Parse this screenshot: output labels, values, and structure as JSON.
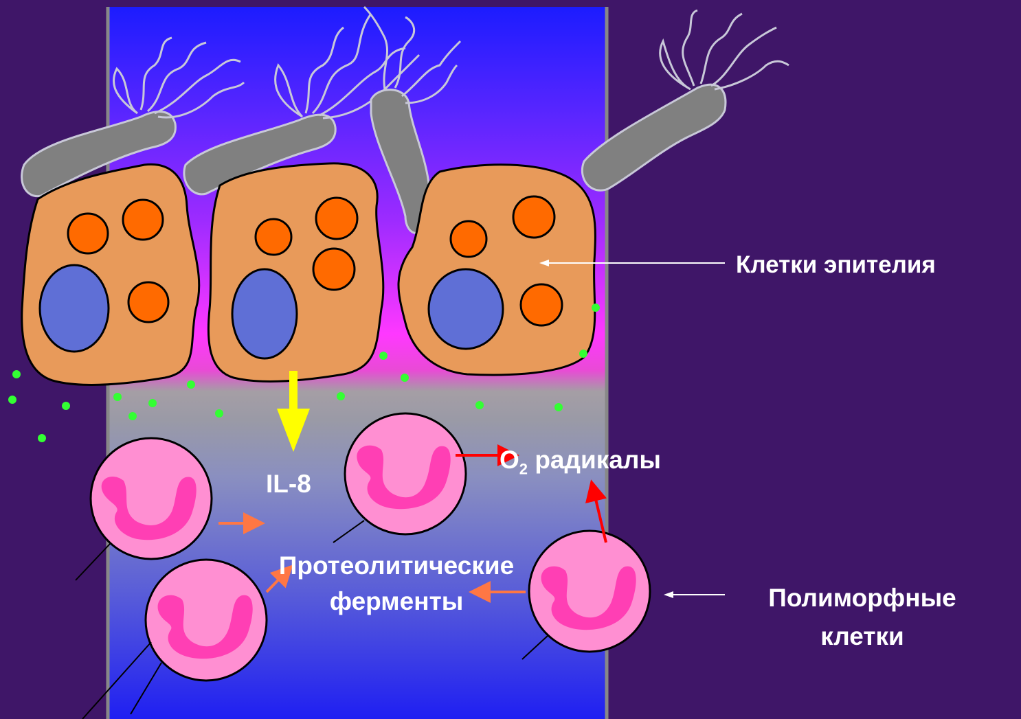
{
  "labels": {
    "epithelium": "Клетки эпителия",
    "il8": "IL-8",
    "o2": "O",
    "o2_sub": "2",
    "radicals": "радикалы",
    "proteolytic_line1": "Протеолитические",
    "proteolytic_line2": "ферменты",
    "polymorph_line1": "Полиморфные",
    "polymorph_line2": "клетки"
  },
  "colors": {
    "background": "#3f1668",
    "epithelial_cell": "#e89a5a",
    "granule": "#ff6a00",
    "nucleus": "#5f6fd6",
    "bacterium": "#808080",
    "neutrophil": "#ff8fd2",
    "neutrophil_nucleus": "#ff3fb4",
    "il8_dots": "#33ff33",
    "il8_arrow": "#ffff00",
    "radical_arrow": "#ff0000",
    "enzyme_arrow": "#ff7744"
  }
}
